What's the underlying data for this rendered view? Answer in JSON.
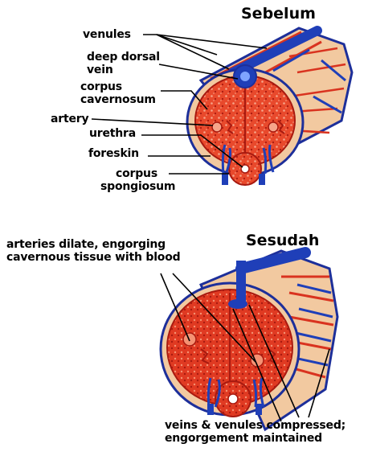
{
  "before": {
    "title": "Sebelum",
    "labels": {
      "venules": "venules",
      "deep_dorsal_vein": "deep dorsal\nvein",
      "corpus_cavernosum": "corpus\ncavernosum",
      "artery": "artery",
      "urethra": "urethra",
      "foreskin": "foreskin",
      "corpus_spongiosum": "corpus\nspongiosum"
    }
  },
  "after": {
    "title": "Sesudah",
    "labels": {
      "arteries_dilate": "arteries dilate, engorging\ncavernous tissue with blood",
      "veins_compressed": "veins & venules compressed;\nengorgement maintained"
    }
  },
  "colors": {
    "tissue_red": "#d9331f",
    "tissue_dark": "#a81a10",
    "skin": "#f2c9a0",
    "vein_blue": "#1f3fb8",
    "outline_blue": "#1d2f9a",
    "leader": "#000000"
  }
}
